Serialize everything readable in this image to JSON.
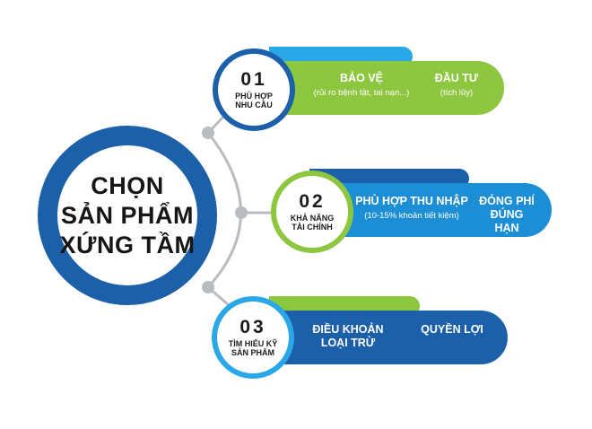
{
  "main": {
    "title": "CHỌN\nSẢN PHẨM\nXỨNG TẦM"
  },
  "steps": [
    {
      "number": "01",
      "label": "PHÙ HỢP\nNHU CẦU",
      "options": [
        {
          "label": "BẢO VỆ",
          "note": "(rủi ro bệnh tật, tai nạn...)"
        },
        {
          "label": "ĐẦU TƯ",
          "note": "(tích lũy)"
        }
      ]
    },
    {
      "number": "02",
      "label": "KHẢ NĂNG\nTÀI CHÍNH",
      "options": [
        {
          "label": "PHÙ HỢP THU NHẬP",
          "note": "(10-15% khoản tiết kiệm)"
        },
        {
          "label": "ĐÓNG PHÍ\nĐÚNG HẠN",
          "note": ""
        }
      ]
    },
    {
      "number": "03",
      "label": "TÌM HIỂU KỸ\nSẢN PHẨM",
      "options": [
        {
          "label": "ĐIỀU KHOẢN\nLOẠI TRỪ",
          "note": ""
        },
        {
          "label": "QUYỀN LỢI",
          "note": ""
        }
      ]
    }
  ],
  "colors": {
    "dark_blue": "#1c60a9",
    "mid_blue": "#1b8ed6",
    "light_blue": "#2aa7e6",
    "green": "#8dc63f",
    "connector_gray": "#b9bcc0",
    "text_dark": "#1b1b1b"
  }
}
